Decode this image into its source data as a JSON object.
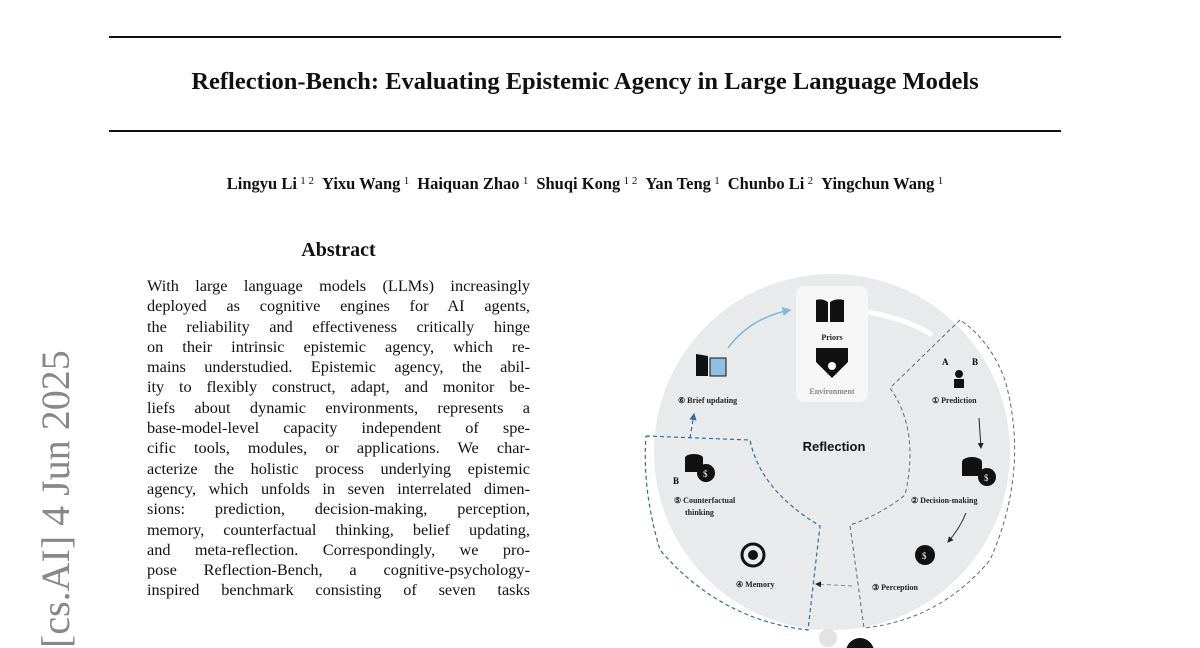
{
  "paper": {
    "title": "Reflection-Bench: Evaluating Epistemic Agency in Large Language Models",
    "authors": [
      {
        "name": "Lingyu Li",
        "aff": "1 2"
      },
      {
        "name": "Yixu Wang",
        "aff": "1"
      },
      {
        "name": "Haiquan Zhao",
        "aff": "1"
      },
      {
        "name": "Shuqi Kong",
        "aff": "1 2"
      },
      {
        "name": "Yan Teng",
        "aff": "1"
      },
      {
        "name": "Chunbo Li",
        "aff": "2"
      },
      {
        "name": "Yingchun Wang",
        "aff": "1"
      }
    ],
    "abstract_heading": "Abstract",
    "abstract_lines": [
      "With large language models (LLMs) increasingly",
      "deployed as cognitive engines for AI agents,",
      "the reliability and effectiveness critically hinge",
      "on their intrinsic epistemic agency, which re-",
      "mains understudied. Epistemic agency, the abil-",
      "ity to flexibly construct, adapt, and monitor be-",
      "liefs about dynamic environments, represents a",
      "base-model-level capacity independent of spe-",
      "cific tools, modules, or applications.  We char-",
      "acterize the holistic process underlying epistemic",
      "agency, which unfolds in seven interrelated dimen-",
      "sions: prediction, decision-making, perception,",
      "memory, counterfactual thinking, belief updating,",
      "and meta-reflection.  Correspondingly, we pro-",
      "pose Reflection-Bench, a cognitive-psychology-",
      "inspired benchmark consisting of seven tasks"
    ],
    "arxiv_watermark": "[cs.AI]  4 Jun 2025"
  },
  "figure": {
    "center_label": "Reflection",
    "priors": "Priors",
    "environment": "Environment",
    "steps": [
      "① Prediction",
      "② Decision-making",
      "③ Perception",
      "④ Memory",
      "⑤ Counterfactual",
      "thinking",
      "⑥ Brief updating"
    ]
  }
}
